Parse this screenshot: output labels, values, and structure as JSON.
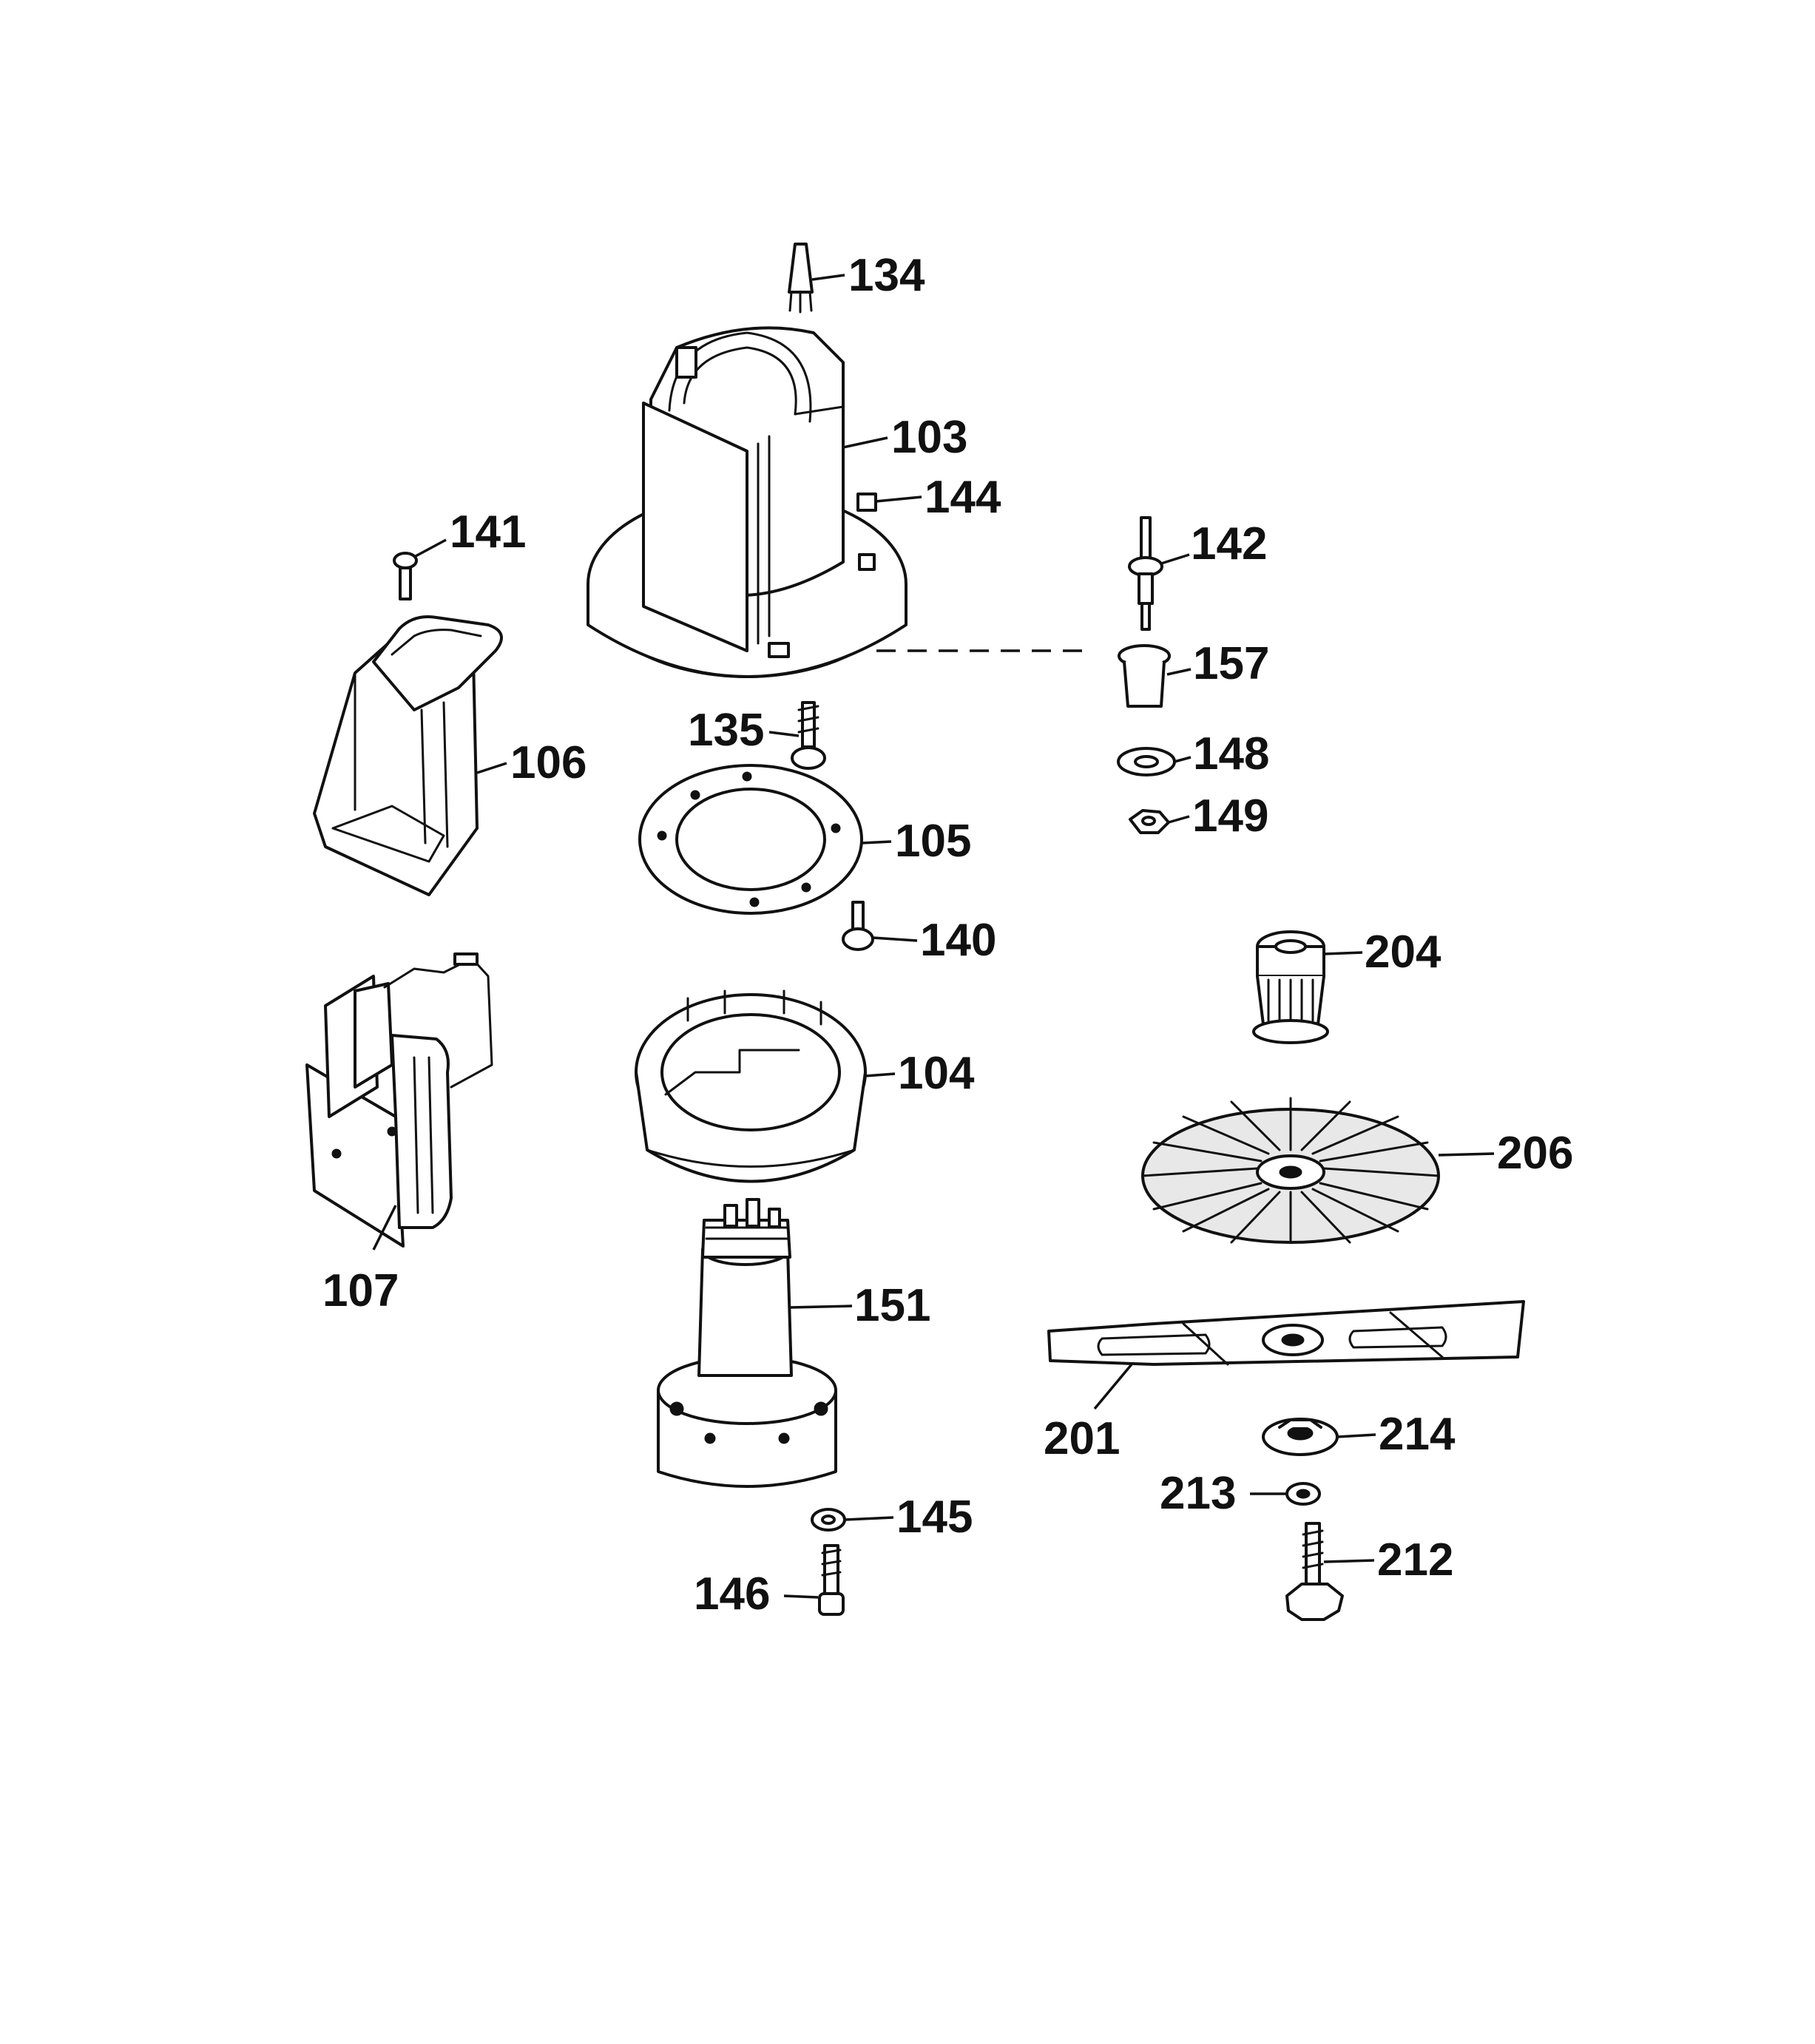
{
  "callouts": {
    "p134": "134",
    "p103": "103",
    "p144": "144",
    "p141": "141",
    "p142": "142",
    "p157": "157",
    "p135": "135",
    "p148": "148",
    "p106": "106",
    "p105": "105",
    "p149": "149",
    "p140": "140",
    "p204": "204",
    "p104": "104",
    "p206": "206",
    "p107": "107",
    "p151": "151",
    "p201": "201",
    "p214": "214",
    "p213": "213",
    "p145": "145",
    "p212": "212",
    "p146": "146"
  }
}
